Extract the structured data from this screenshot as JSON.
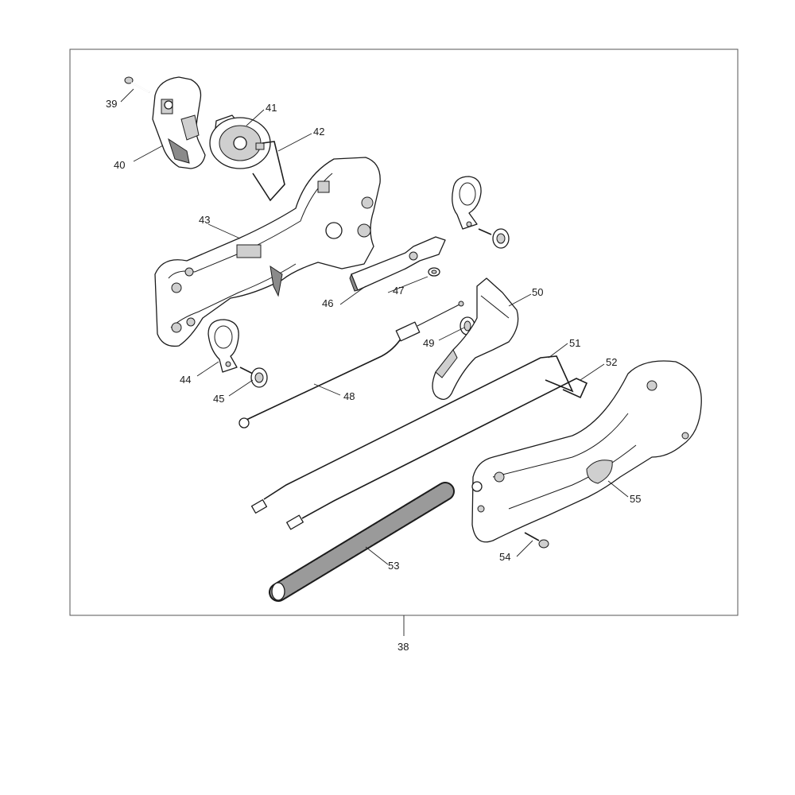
{
  "callouts": {
    "p38": "38",
    "p39": "39",
    "p40": "40",
    "p41": "41",
    "p42": "42",
    "p43": "43",
    "p44": "44",
    "p45": "45",
    "p46": "46",
    "p47": "47",
    "p48": "48",
    "p49": "49",
    "p50": "50",
    "p51": "51",
    "p52": "52",
    "p53": "53",
    "p54": "54",
    "p55": "55"
  }
}
